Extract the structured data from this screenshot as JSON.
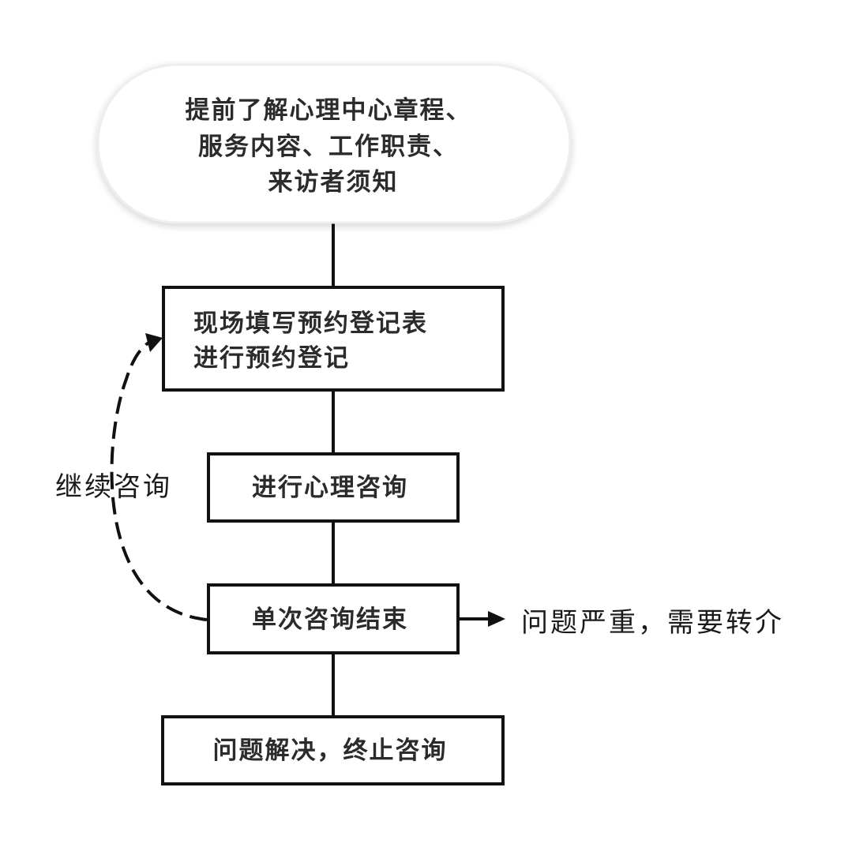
{
  "nodes": {
    "start": {
      "lines": [
        "提前了解心理中心章程、",
        "服务内容、工作职责、",
        "来访者须知"
      ]
    },
    "register": {
      "lines": [
        "现场填写预约登记表",
        "进行预约登记"
      ]
    },
    "counsel": {
      "lines": [
        "进行心理咨询"
      ]
    },
    "session_end": {
      "lines": [
        "单次咨询结束"
      ]
    },
    "resolved": {
      "lines": [
        "问题解决，终止咨询"
      ]
    }
  },
  "labels": {
    "continue": "继续咨询",
    "referral": "问题严重，需要转介"
  }
}
